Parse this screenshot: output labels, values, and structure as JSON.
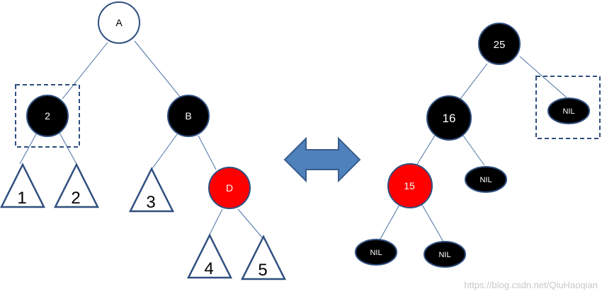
{
  "colors": {
    "black_node": "#000000",
    "red_node": "#ff0000",
    "white_node": "#ffffff",
    "node_border": "#2f4f7f",
    "edge": "#4a6fa5",
    "arrow_fill": "#4f81bd",
    "arrow_border": "#385d8a",
    "dashed_box": "#2f4f7f"
  },
  "left_tree": {
    "root": "A",
    "left_child": "2",
    "right_child": "B",
    "right_right_child": "D",
    "subtrees": [
      "1",
      "2",
      "3",
      "4",
      "5"
    ]
  },
  "right_tree": {
    "root": "25",
    "left_child": "16",
    "right_child_nil": "NIL",
    "left_left_child": "15",
    "left_right_nil": "NIL",
    "bottom_nil_left": "NIL",
    "bottom_nil_right": "NIL"
  },
  "watermark": "https://blog.csdn.net/QiuHaoqian"
}
